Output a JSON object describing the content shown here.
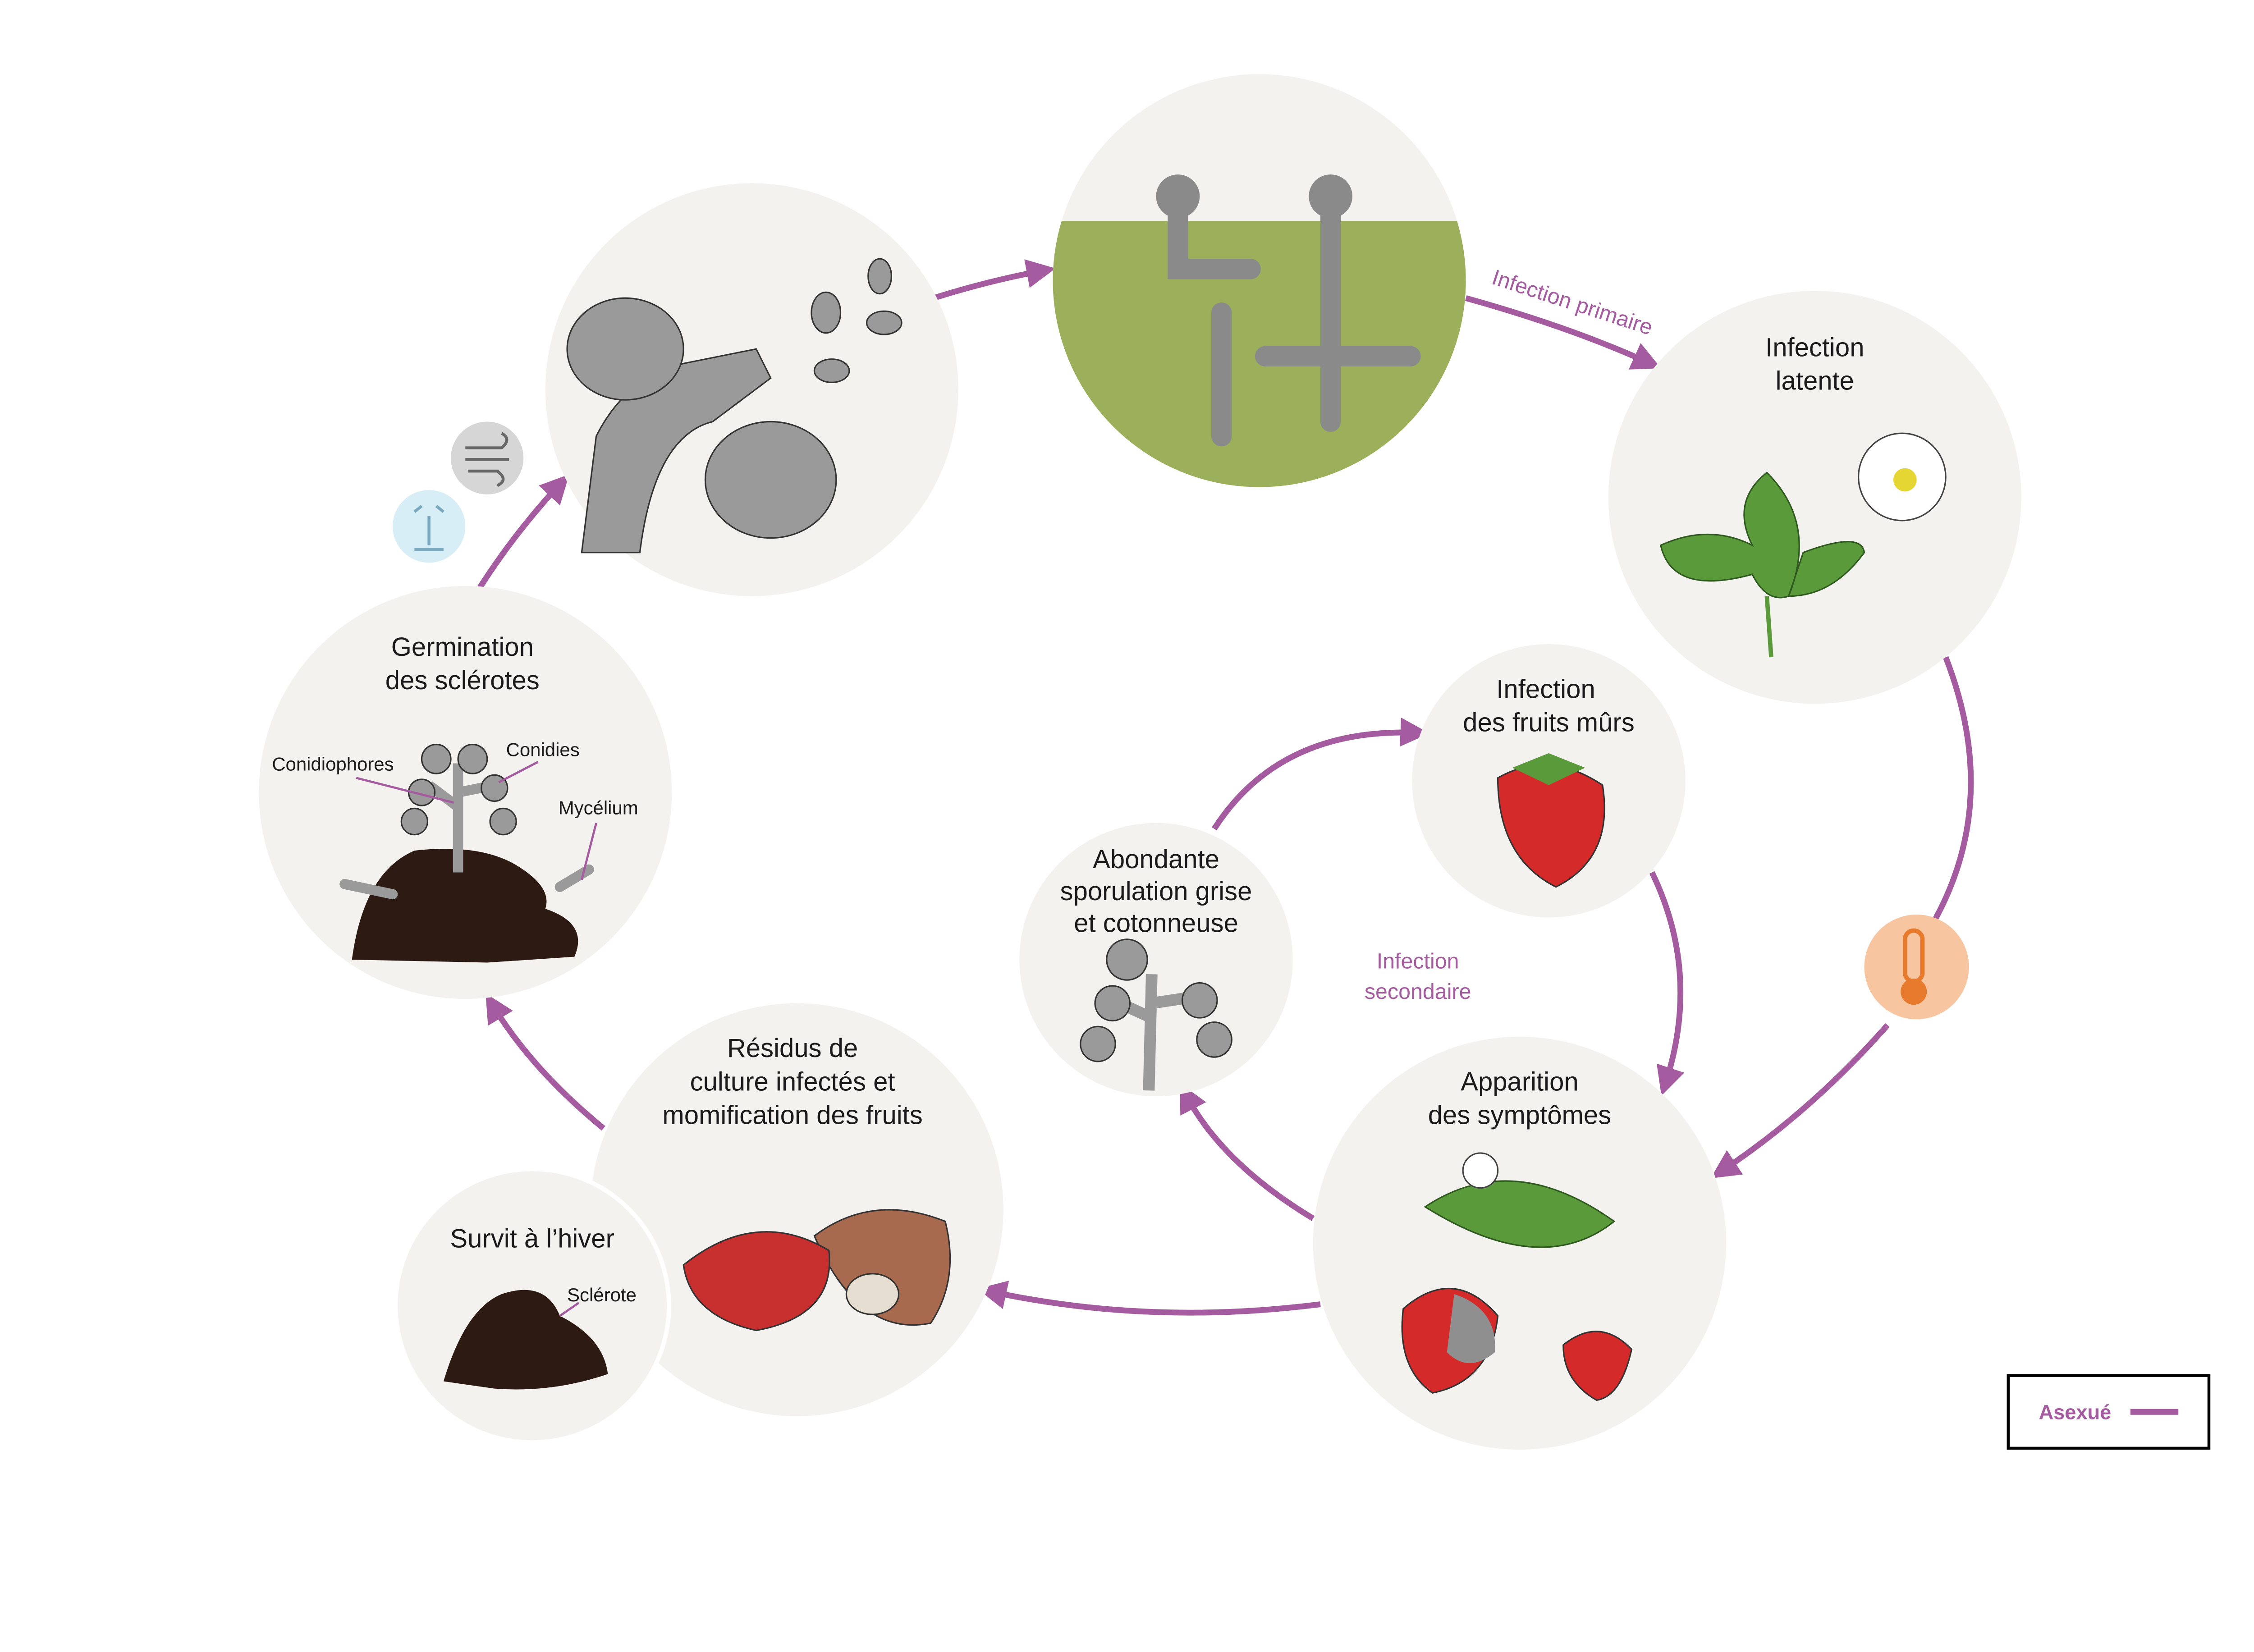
{
  "colors": {
    "accent": "#a45ba0",
    "circle": "#f4f2ee",
    "tissue": "#9caf5a",
    "fungus": "#9a9a9a",
    "sclerote": "#2d1a12",
    "strawberry": "#d42a2a",
    "leaf": "#5b9a3a",
    "thermo": "#f7c59f",
    "water": "#d8eef6",
    "wind": "#d6d6d6"
  },
  "stages": {
    "infection_latente": "Infection\nlatente",
    "infection_latente_l1": "Infection",
    "infection_latente_l2": "latente",
    "fruits_l1": "Infection",
    "fruits_l2": "des fruits mûrs",
    "sporulation_l1": "Abondante",
    "sporulation_l2": "sporulation grise",
    "sporulation_l3": "et cotonneuse",
    "symptomes_l1": "Apparition",
    "symptomes_l2": "des symptômes",
    "residus_l1": "Résidus de",
    "residus_l2": "culture infectés et",
    "residus_l3": "momification des fruits",
    "hiver": "Survit à l’hiver",
    "germination_l1": "Germination",
    "germination_l2": "des sclérotes"
  },
  "labels": {
    "conidiophores": "Conidiophores",
    "conidies": "Conidies",
    "mycelium": "Mycélium",
    "sclerote": "Sclérote",
    "infection_primaire": "Infection primaire",
    "infection_secondaire_l1": "Infection",
    "infection_secondaire_l2": "secondaire"
  },
  "icons": [
    "wind-icon",
    "water-splash-icon",
    "thermometer-humidity-icon"
  ],
  "legend": {
    "label": "Asexué"
  }
}
